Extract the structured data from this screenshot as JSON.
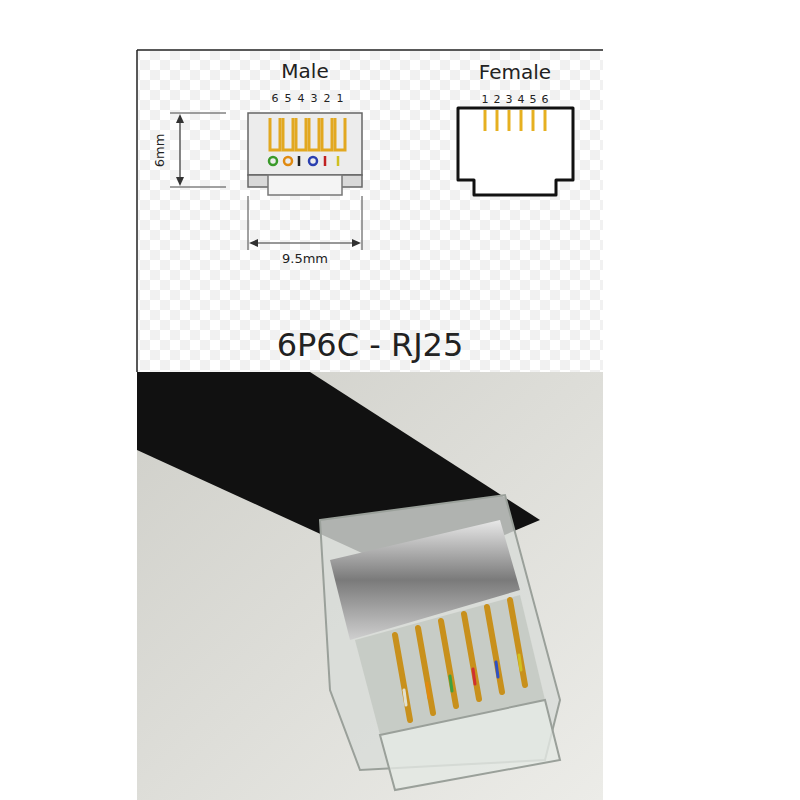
{
  "diagram": {
    "title": "6P6C - RJ25",
    "labels": [
      "Male",
      "6",
      "5",
      "4",
      "3",
      "2",
      "1",
      "Female",
      "1",
      "2",
      "3",
      "4",
      "5",
      "6",
      "6mm",
      "9.5mm"
    ]
  }
}
